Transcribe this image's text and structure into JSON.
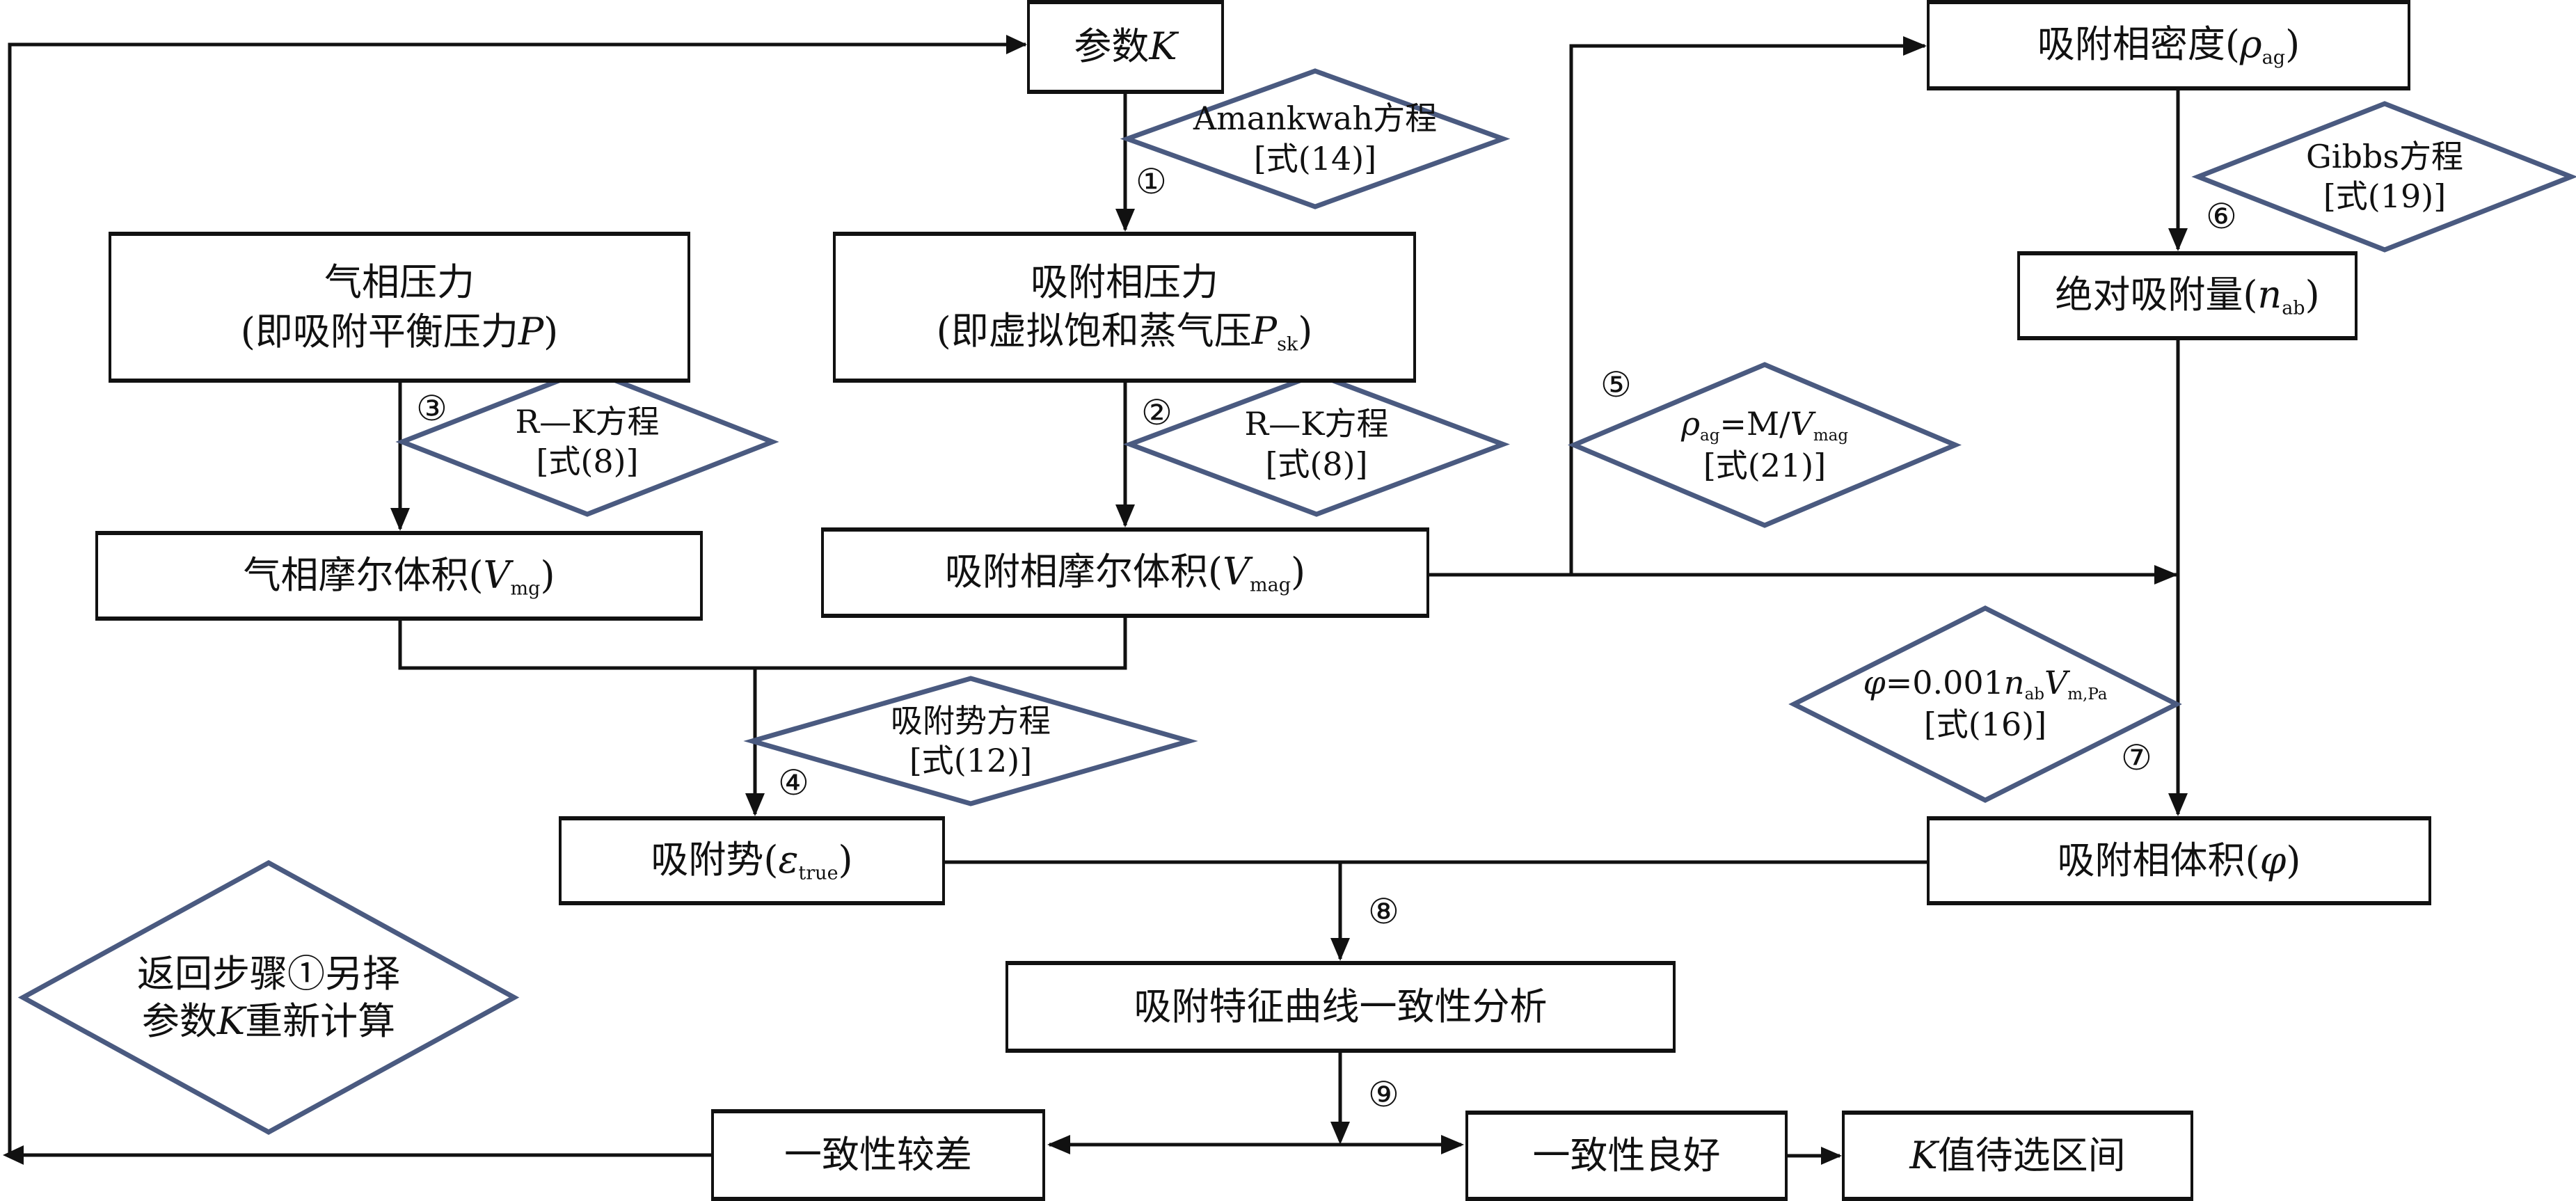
{
  "colors": {
    "diamond_stroke": "#4a5a80",
    "line": "#111111",
    "box_border": "#111111"
  },
  "boxes": {
    "param_k": {
      "main": "参数",
      "var": "K"
    },
    "gas_pressure": {
      "line1": "气相压力",
      "line2_pre": "(即吸附平衡压力",
      "line2_var": "P",
      "line2_post": ")"
    },
    "ads_pressure": {
      "line1": "吸附相压力",
      "line2_pre": "(即虚拟饱和蒸气压",
      "line2_var": "P",
      "line2_sub": "sk",
      "line2_post": ")"
    },
    "gas_molar_volume": {
      "pre": "气相摩尔体积(",
      "var": "V",
      "sub": "mg",
      "post": ")"
    },
    "ads_molar_volume": {
      "pre": "吸附相摩尔体积(",
      "var": "V",
      "sub": "mag",
      "post": ")"
    },
    "ads_density": {
      "pre": "吸附相密度(",
      "var": "ρ",
      "sub": "ag",
      "post": ")"
    },
    "abs_adsorption": {
      "pre": "绝对吸附量(",
      "var": "n",
      "sub": "ab",
      "post": ")"
    },
    "ads_volume": {
      "pre": "吸附相体积(",
      "var": "φ",
      "post": ")"
    },
    "ads_potential": {
      "pre": "吸附势(",
      "var": "ε",
      "sub": "true",
      "post": ")"
    },
    "consistency_analysis": {
      "text": "吸附特征曲线一致性分析"
    },
    "consistency_poor": {
      "text": "一致性较差"
    },
    "consistency_good": {
      "text": "一致性良好"
    },
    "k_range": {
      "var": "K",
      "text": "值待选区间"
    }
  },
  "diamonds": {
    "amankwah": {
      "line1": "Amankwah方程",
      "line2": "[式(14)]"
    },
    "rk_gas": {
      "line1": "R—K方程",
      "line2": "[式(8)]"
    },
    "rk_ads": {
      "line1": "R—K方程",
      "line2": "[式(8)]"
    },
    "density_eq": {
      "var1": "ρ",
      "sub1": "ag",
      "mid": "=M/",
      "var2": "V",
      "sub2": "mag",
      "line2": "[式(21)]"
    },
    "gibbs": {
      "line1": "Gibbs方程",
      "line2": "[式(19)]"
    },
    "volume_eq": {
      "var1": "φ",
      "mid": "=0.001",
      "var2": "n",
      "sub2": "ab",
      "var3": "V",
      "sub3": "m,Pa",
      "line2": "[式(16)]"
    },
    "potential_eq": {
      "line1": "吸附势方程",
      "line2": "[式(12)]"
    },
    "return_step": {
      "line1": "返回步骤①另择",
      "line2_pre": "参数",
      "line2_var": "K",
      "line2_post": "重新计算"
    }
  },
  "steps": [
    "①",
    "②",
    "③",
    "④",
    "⑤",
    "⑥",
    "⑦",
    "⑧",
    "⑨"
  ]
}
